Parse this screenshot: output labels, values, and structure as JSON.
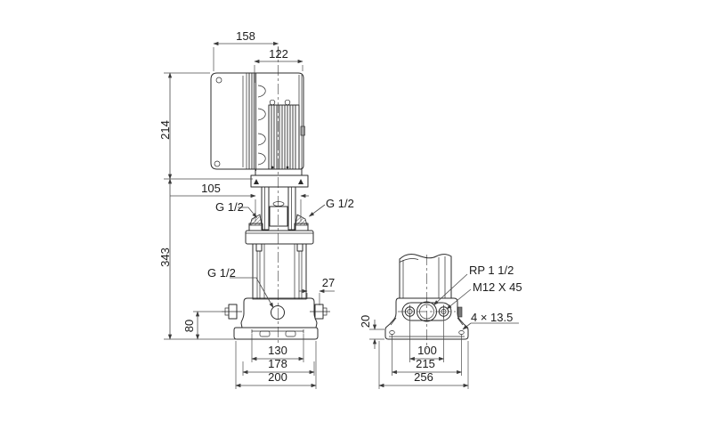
{
  "colors": {
    "ink": "#2b2b2b",
    "dim_lines": "#4a4a4a",
    "background": "#ffffff"
  },
  "front_view": {
    "dim_158": "158",
    "dim_122": "122",
    "dim_214": "214",
    "dim_105": "105",
    "dim_343": "343",
    "port_top_left": "G 1/2",
    "port_top_right": "G 1/2",
    "port_drain": "G 1/2",
    "dim_27": "27",
    "dim_80": "80",
    "dim_130": "130",
    "dim_178": "178",
    "dim_200": "200"
  },
  "base_view": {
    "port_connection": "RP 1 1/2",
    "bolt_spec": "M12 X 45",
    "dim_20": "20",
    "dim_100": "100",
    "dim_215": "215",
    "dim_256": "256",
    "foot_holes": "4 × 13.5"
  }
}
